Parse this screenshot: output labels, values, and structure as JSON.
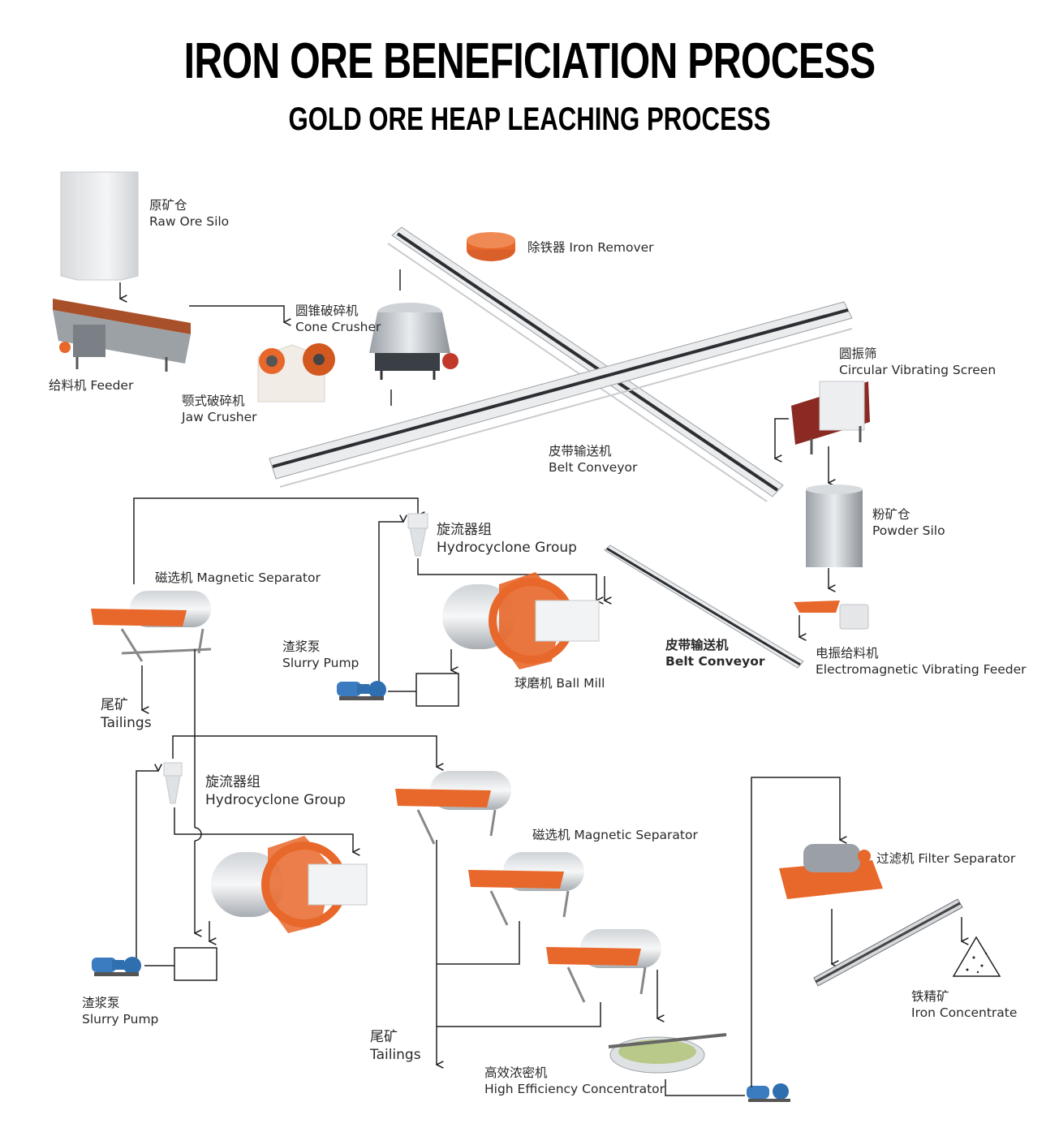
{
  "title": "IRON ORE BENEFICIATION PROCESS",
  "subtitle": "GOLD ORE HEAP LEACHING PROCESS",
  "labels": {
    "raw_ore_silo": {
      "cn": "原矿仓",
      "en": "Raw Ore Silo"
    },
    "feeder": {
      "text": "给料机 Feeder"
    },
    "iron_remover": {
      "text": "除铁器 Iron Remover"
    },
    "cone_crusher": {
      "cn": "圆锥破碎机",
      "en": "Cone Crusher"
    },
    "jaw_crusher": {
      "cn": "颚式破碎机",
      "en": "Jaw Crusher"
    },
    "circular_vibrating_screen": {
      "cn": "圆振筛",
      "en": "Circular Vibrating Screen"
    },
    "belt_conveyor_1": {
      "cn": "皮带输送机",
      "en": "Belt Conveyor"
    },
    "powder_silo": {
      "cn": "粉矿仓",
      "en": "Powder Silo"
    },
    "hydrocyclone_group_1": {
      "cn": "旋流器组",
      "en": "Hydrocyclone Group"
    },
    "magnetic_separator_1": {
      "text": "磁选机 Magnetic Separator"
    },
    "slurry_pump_1": {
      "cn": "渣浆泵",
      "en": "Slurry Pump"
    },
    "ball_mill": {
      "text": "球磨机 Ball Mill"
    },
    "belt_conveyor_2": {
      "cn": "皮带输送机",
      "en": "Belt Conveyor"
    },
    "electromagnetic_feeder": {
      "cn": "电振给料机",
      "en": "Electromagnetic Vibrating Feeder"
    },
    "tailings_1": {
      "cn": "尾矿",
      "en": "Tailings"
    },
    "hydrocyclone_group_2": {
      "cn": "旋流器组",
      "en": "Hydrocyclone Group"
    },
    "magnetic_separator_2": {
      "text": "磁选机 Magnetic Separator"
    },
    "filter_separator": {
      "text": "过滤机 Filter  Separator"
    },
    "iron_concentrate": {
      "cn": "铁精矿",
      "en": "Iron Concentrate"
    },
    "slurry_pump_2": {
      "cn": "渣浆泵",
      "en": "Slurry Pump"
    },
    "tailings_2": {
      "cn": "尾矿",
      "en": "Tailings"
    },
    "high_efficiency_concentrator": {
      "cn": "高效浓密机",
      "en": "High Efficiency Concentrator"
    }
  },
  "colors": {
    "accent_orange": "#e8672a",
    "steel_grey": "#b9bcc0",
    "dark_steel": "#3a3f45",
    "pump_blue": "#2f6fb0",
    "screen_red": "#8a2a22",
    "line": "#222222"
  }
}
